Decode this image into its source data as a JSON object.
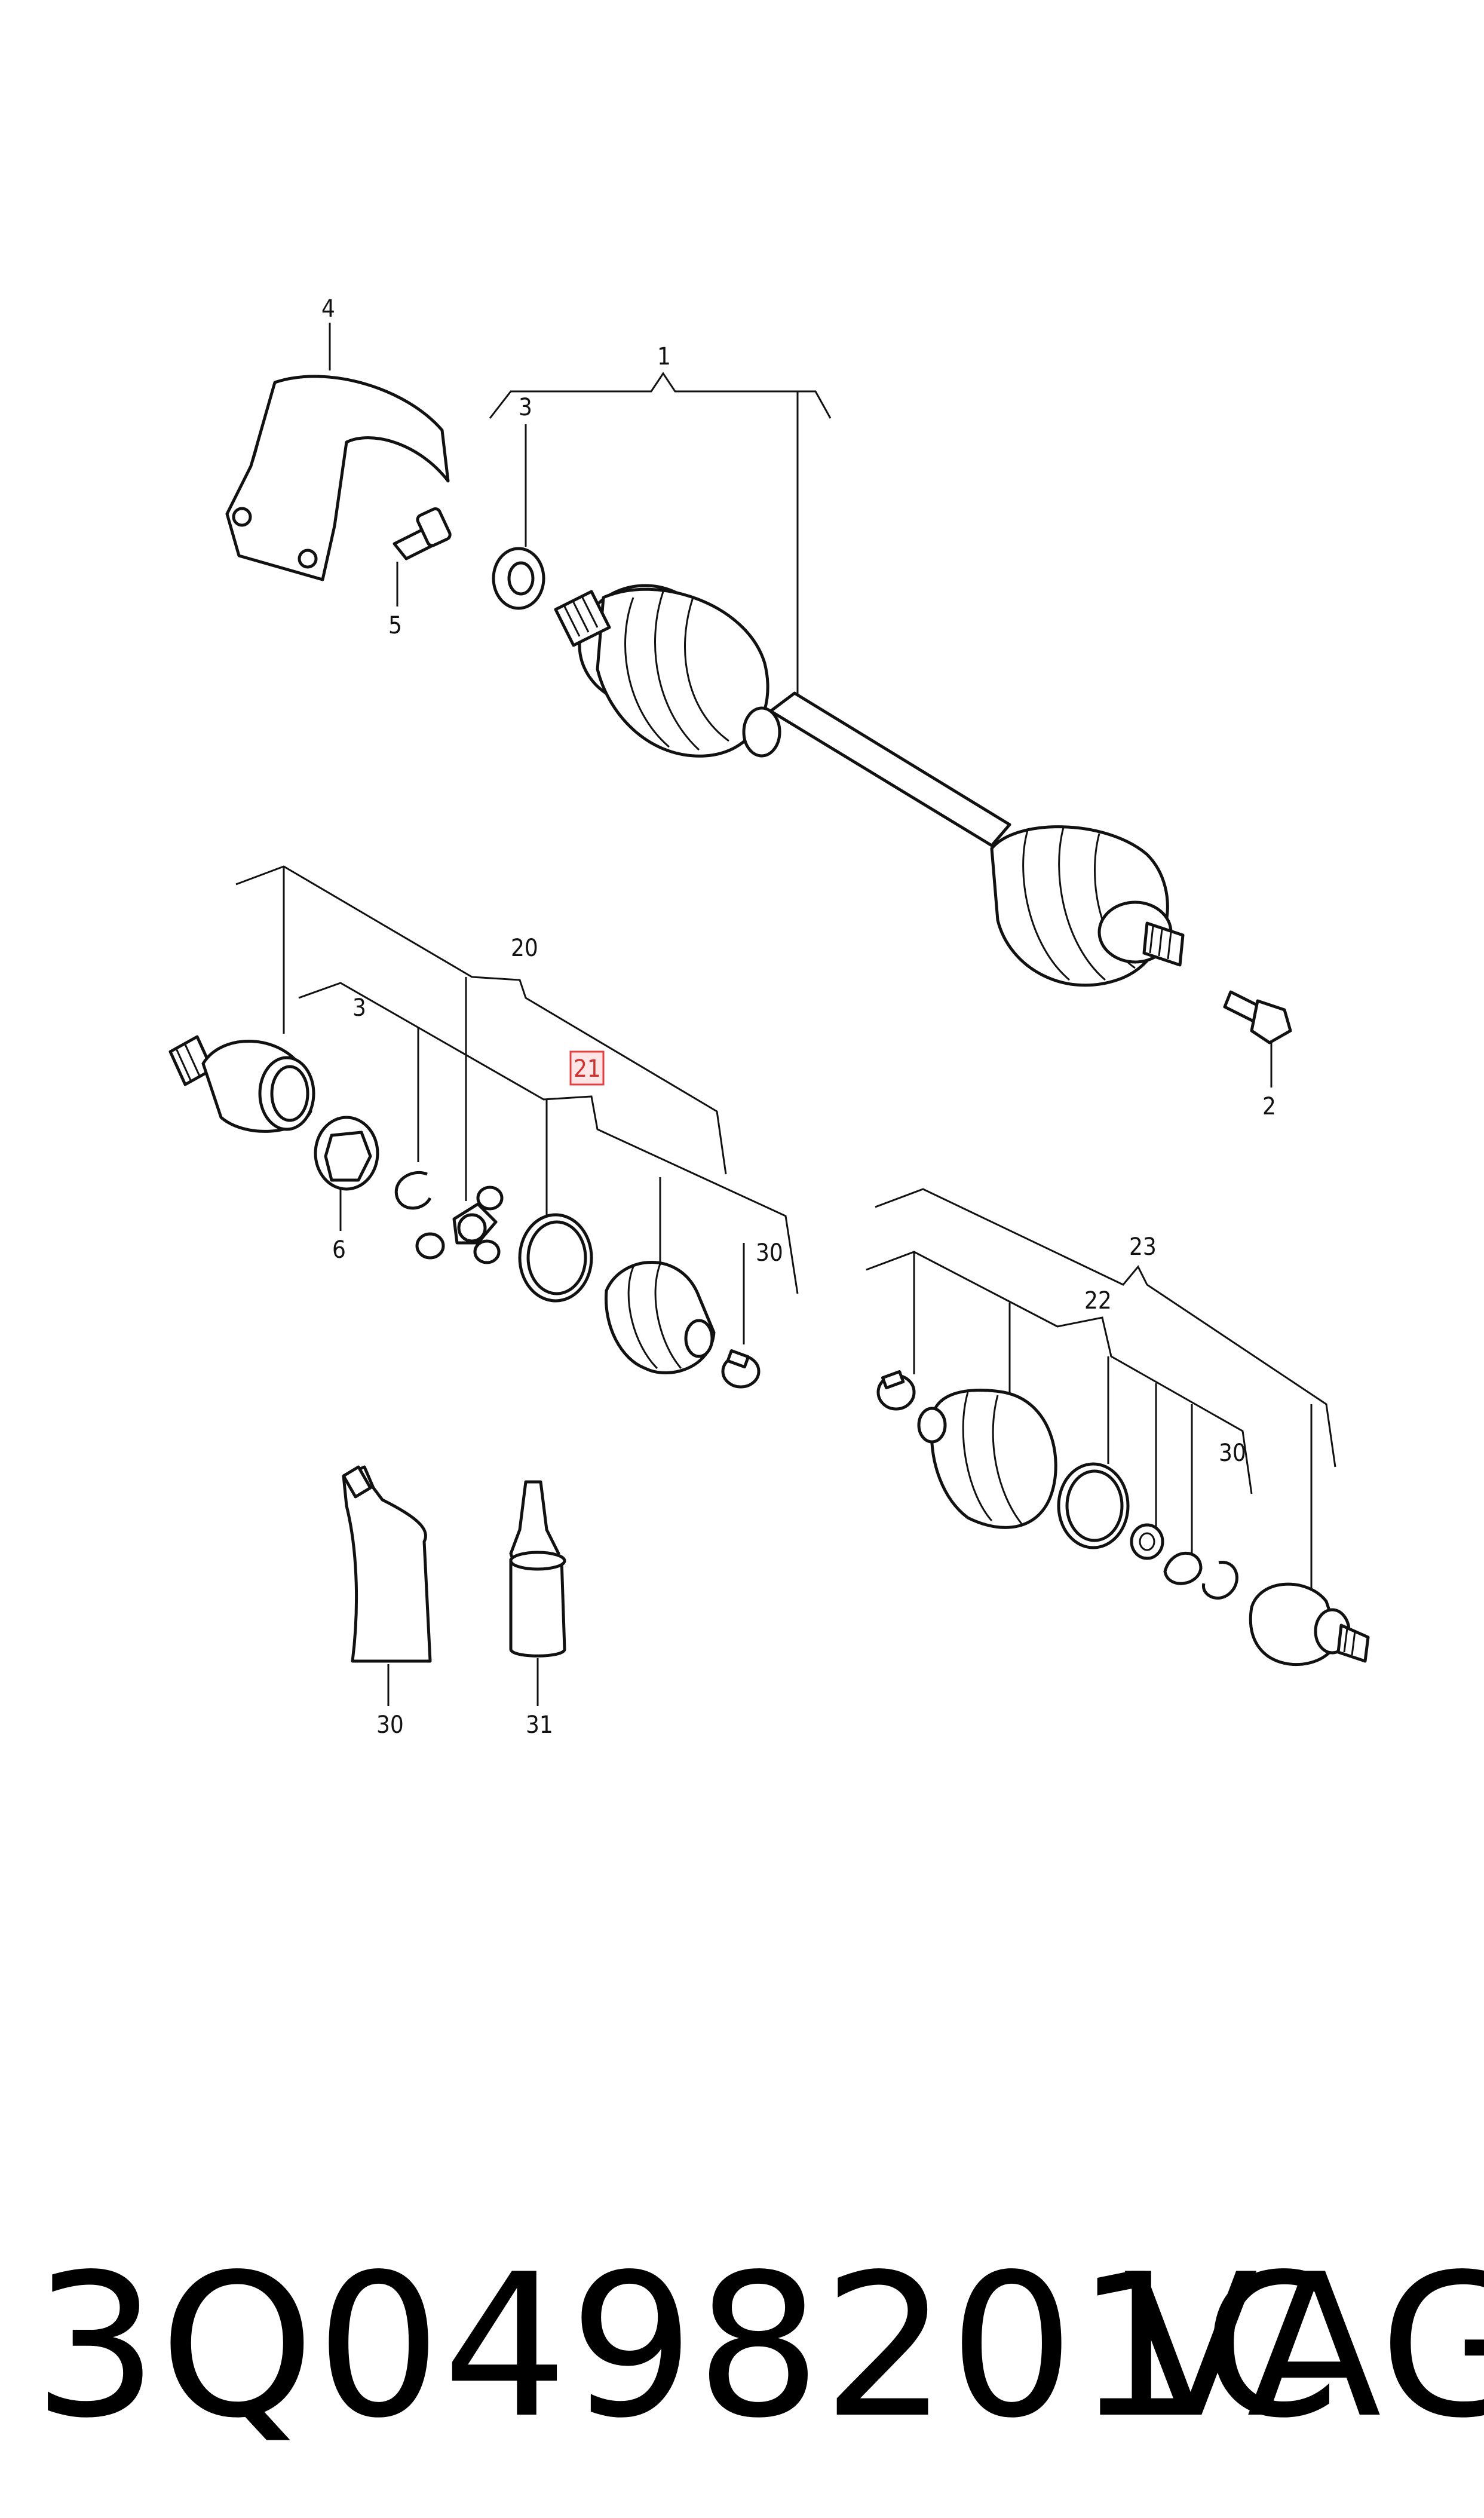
{
  "labels": {
    "l1": "1",
    "l2": "2",
    "l3a": "3",
    "l3b": "3",
    "l4": "4",
    "l5": "5",
    "l6": "6",
    "l20": "20",
    "l21": "21",
    "l22": "22",
    "l23": "23",
    "l30a": "30",
    "l30b": "30",
    "l30c": "30",
    "l31": "31"
  },
  "highlight_color": "#e04040",
  "footer": {
    "part_number": "3Q0498201C",
    "brand": "VAG"
  }
}
